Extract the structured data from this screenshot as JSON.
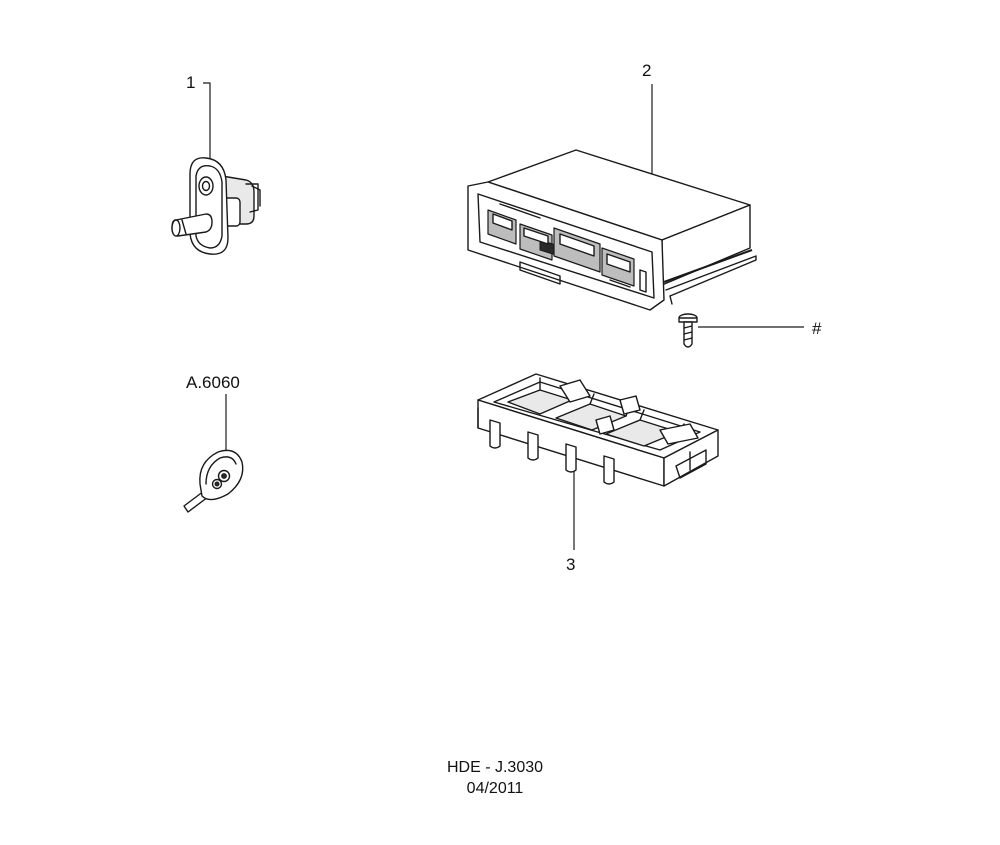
{
  "callouts": {
    "part_1": "1",
    "part_2": "2",
    "part_3": "3",
    "fastener": "#",
    "key_ref": "A.6060"
  },
  "footer": {
    "reference": "HDE - J.3030",
    "date": "04/2011"
  },
  "colors": {
    "line": "#1a1a1a",
    "background": "#ffffff"
  }
}
